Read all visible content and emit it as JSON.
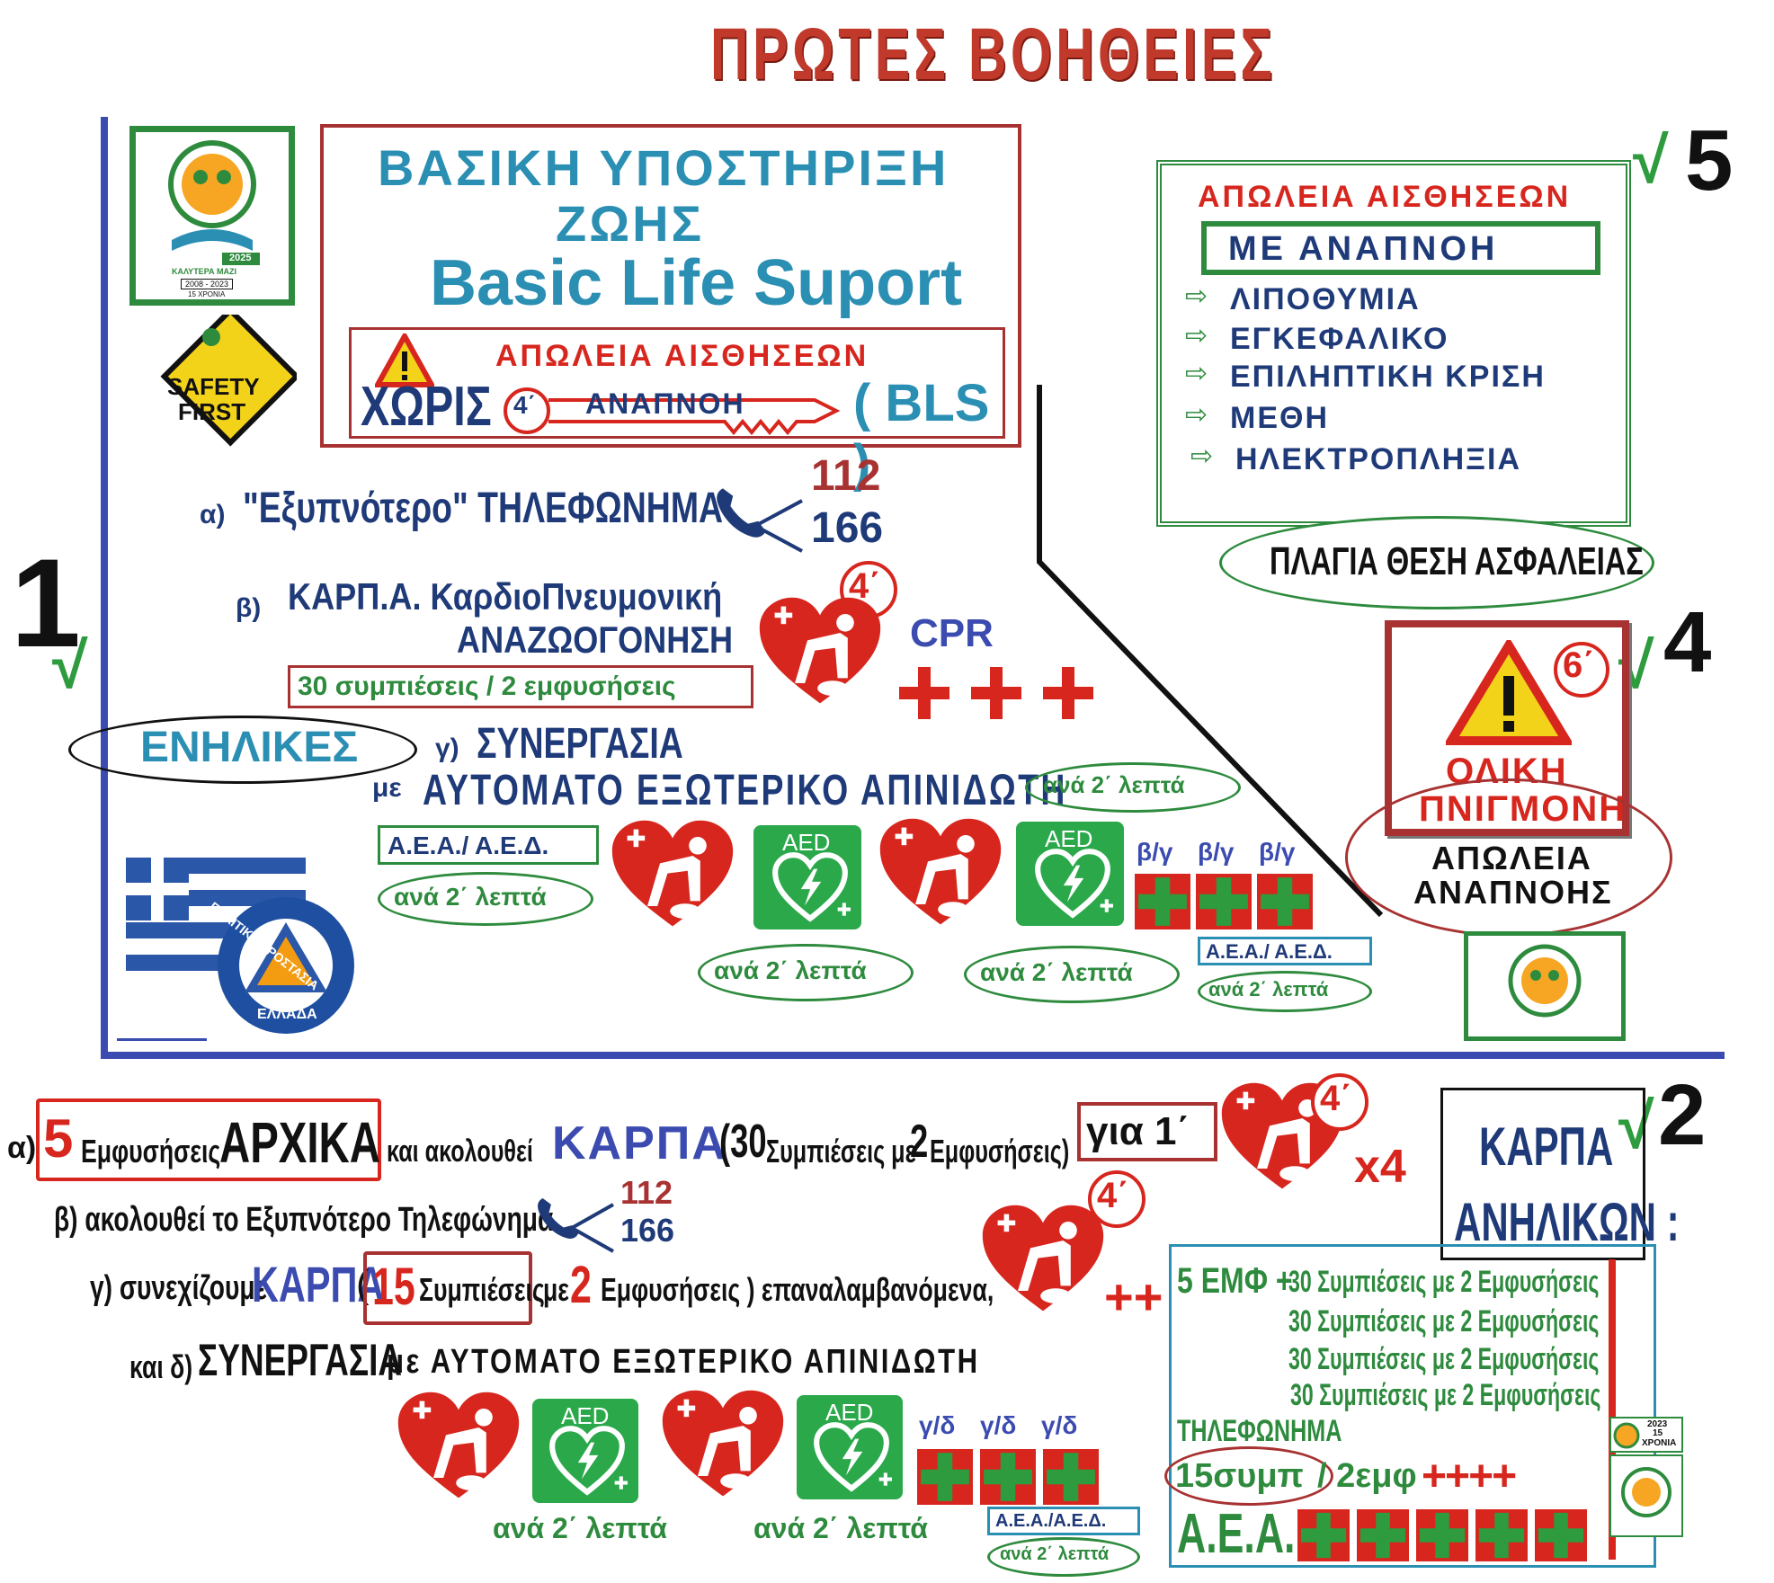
{
  "title": "ΠΡΩΤΕΣ ΒΟΗΘΕΙΕΣ",
  "colors": {
    "navy": "#1f3a78",
    "red": "#d7261e",
    "green": "#2e8b3e",
    "blue_border": "#3b4bb0",
    "teal": "#2b8fb3"
  },
  "bls_box": {
    "line1": "ΒΑΣΙΚΗ ΥΠΟΣΤΗΡΙΞΗ",
    "line2": "ΖΩΗΣ",
    "line3": "Basic Life Suport",
    "loss": "ΑΠΩΛΕΙΑ ΑΙΣΘΗΣΕΩΝ",
    "without": "ΧΩΡΙΣ",
    "key_num": "4΄",
    "breathing": "ΑΝΑΠΝΟΗ",
    "bls": "( BLS )"
  },
  "logo_badge": {
    "years": "2008 - 2023",
    "anniv": "15 ΧΡΟΝΙΑ",
    "year": "2025",
    "motto": "ΚΑΛΥΤΕΡΑ ΜΑΖΙ"
  },
  "safety_sign": {
    "line1": "SAFETY",
    "line2": "FIRST"
  },
  "section1": {
    "number": "1",
    "check": "√",
    "adults": "ΕΝΗΛΙΚΕΣ",
    "a_prefix": "α)",
    "a_text": "\"Εξυπνότερο\" ΤΗΛΕΦΩΝΗΜΑ",
    "phone1": "112",
    "phone2": "166",
    "b_prefix": "β)",
    "b_line1": "ΚΑΡΠ.Α. ΚαρδιοΠνευμονική",
    "b_line2": "ΑΝΑΖΩΟΓΟΝΗΣΗ",
    "b_box": "30 συμπιέσεις / 2 εμφυσήσεις",
    "timer": "4΄",
    "cpr": "CPR",
    "c_prefix": "γ)",
    "c_line1": "ΣΥΝΕΡΓΑΣΙΑ",
    "c_with": "με",
    "c_line2": "ΑΥΤΟΜΑΤΟ ΕΞΩΤΕΡΙΚΟ ΑΠΙΝΙΔΩΤΗ",
    "every2": "ανά 2΄ λεπτά",
    "aea_label": "Α.Ε.Α./ Α.Ε.Δ.",
    "aed": "AED",
    "by": "β/γ",
    "aea_label2": "Α.Ε.Α./ Α.Ε.Δ."
  },
  "civil_protection": {
    "arc": "ΠΟΛΙΤΙΚΗ ΠΡΟΣΤΑΣΙΑ",
    "country": "ΕΛΛΑΔΑ"
  },
  "section5": {
    "number": "5",
    "check": "√",
    "loss": "ΑΠΩΛΕΙΑ ΑΙΣΘΗΣΕΩΝ",
    "with_breath": "ΜΕ ΑΝΑΠΝΟΗ",
    "items": [
      "ΛΙΠΟΘΥΜΙΑ",
      "ΕΓΚΕΦΑΛΙΚΟ",
      "ΕΠΙΛΗΠΤΙΚΗ ΚΡΙΣΗ",
      "ΜΕΘΗ",
      "ΗΛΕΚΤΡΟΠΛΗΞΙΑ"
    ],
    "arrow": "⇨",
    "recovery": "ΠΛΑΓΙΑ ΘΕΣΗ ΑΣΦΑΛΕΙΑΣ"
  },
  "section4": {
    "number": "4",
    "check": "√",
    "timer": "6΄",
    "choke1": "ΟΛΙΚΗ",
    "choke2": "ΠΝΙΓΜΟΝΗ",
    "loss1": "ΑΠΩΛΕΙΑ",
    "loss2": "ΑΝΑΠΝΟΗΣ"
  },
  "section2": {
    "number": "2",
    "check": "√",
    "title1": "ΚΑΡΠΑ",
    "title2": "ΑΝΗΛΙΚΩΝ :",
    "a_prefix": "α)",
    "a_five": "5",
    "a_breaths": "Εμφυσήσεις",
    "a_initial": "ΑΡΧΙΚΑ",
    "a_follows": "και ακολουθεί",
    "a_karpa": "ΚΑΡΠΑ",
    "a_30": "(30",
    "a_comp": "Συμπιέσεις με",
    "a_2": "2",
    "a_breaths2": "Εμφυσήσεις)",
    "a_for": "για 1΄",
    "timer": "4΄",
    "x4": "x4",
    "b_text": "β) ακολουθεί το Εξυπνότερο Τηλεφώνημα",
    "phone1": "112",
    "phone2": "166",
    "c_text": "γ) συνεχίζουμε",
    "c_karpa": "ΚΑΡΠΑ",
    "c_paren": "(",
    "c_15": "15",
    "c_comp": "Συμπιέσεις",
    "c_with": "με",
    "c_2": "2",
    "c_rest": "Εμφυσήσεις ) επαναλαμβανόμενα,",
    "timer2": "4΄",
    "plusplus": "++",
    "d_text": "και δ)",
    "d_coop": "ΣΥΝΕΡΓΑΣΙΑ",
    "d_rest": "με ΑΥΤΟΜΑΤΟ ΕΞΩΤΕΡΙΚΟ ΑΠΙΝΙΔΩΤΗ",
    "aed": "AED",
    "gd": "γ/δ",
    "every2": "ανά 2΄ λεπτά",
    "aea_label": "Α.Ε.Α./Α.Ε.Δ.",
    "summary": {
      "emf": "5 ΕΜΦ +",
      "rows": [
        "30 Συμπιέσεις με 2 Εμφυσήσεις",
        "30 Συμπιέσεις με 2 Εμφυσήσεις",
        "30 Συμπιέσεις με 2 Εμφυσήσεις",
        "30 Συμπιέσεις με 2 Εμφυσήσεις"
      ],
      "phone": "ΤΗΛΕΦΩΝΗΜΑ",
      "ratio_a": "15συμπ",
      "ratio_b": "/ 2εμφ",
      "plus4": "++++",
      "aea": "Α.Ε.Α."
    },
    "mini_logo": {
      "year": "2023",
      "num": "15",
      "label": "ΧΡΟΝΙΑ"
    }
  }
}
